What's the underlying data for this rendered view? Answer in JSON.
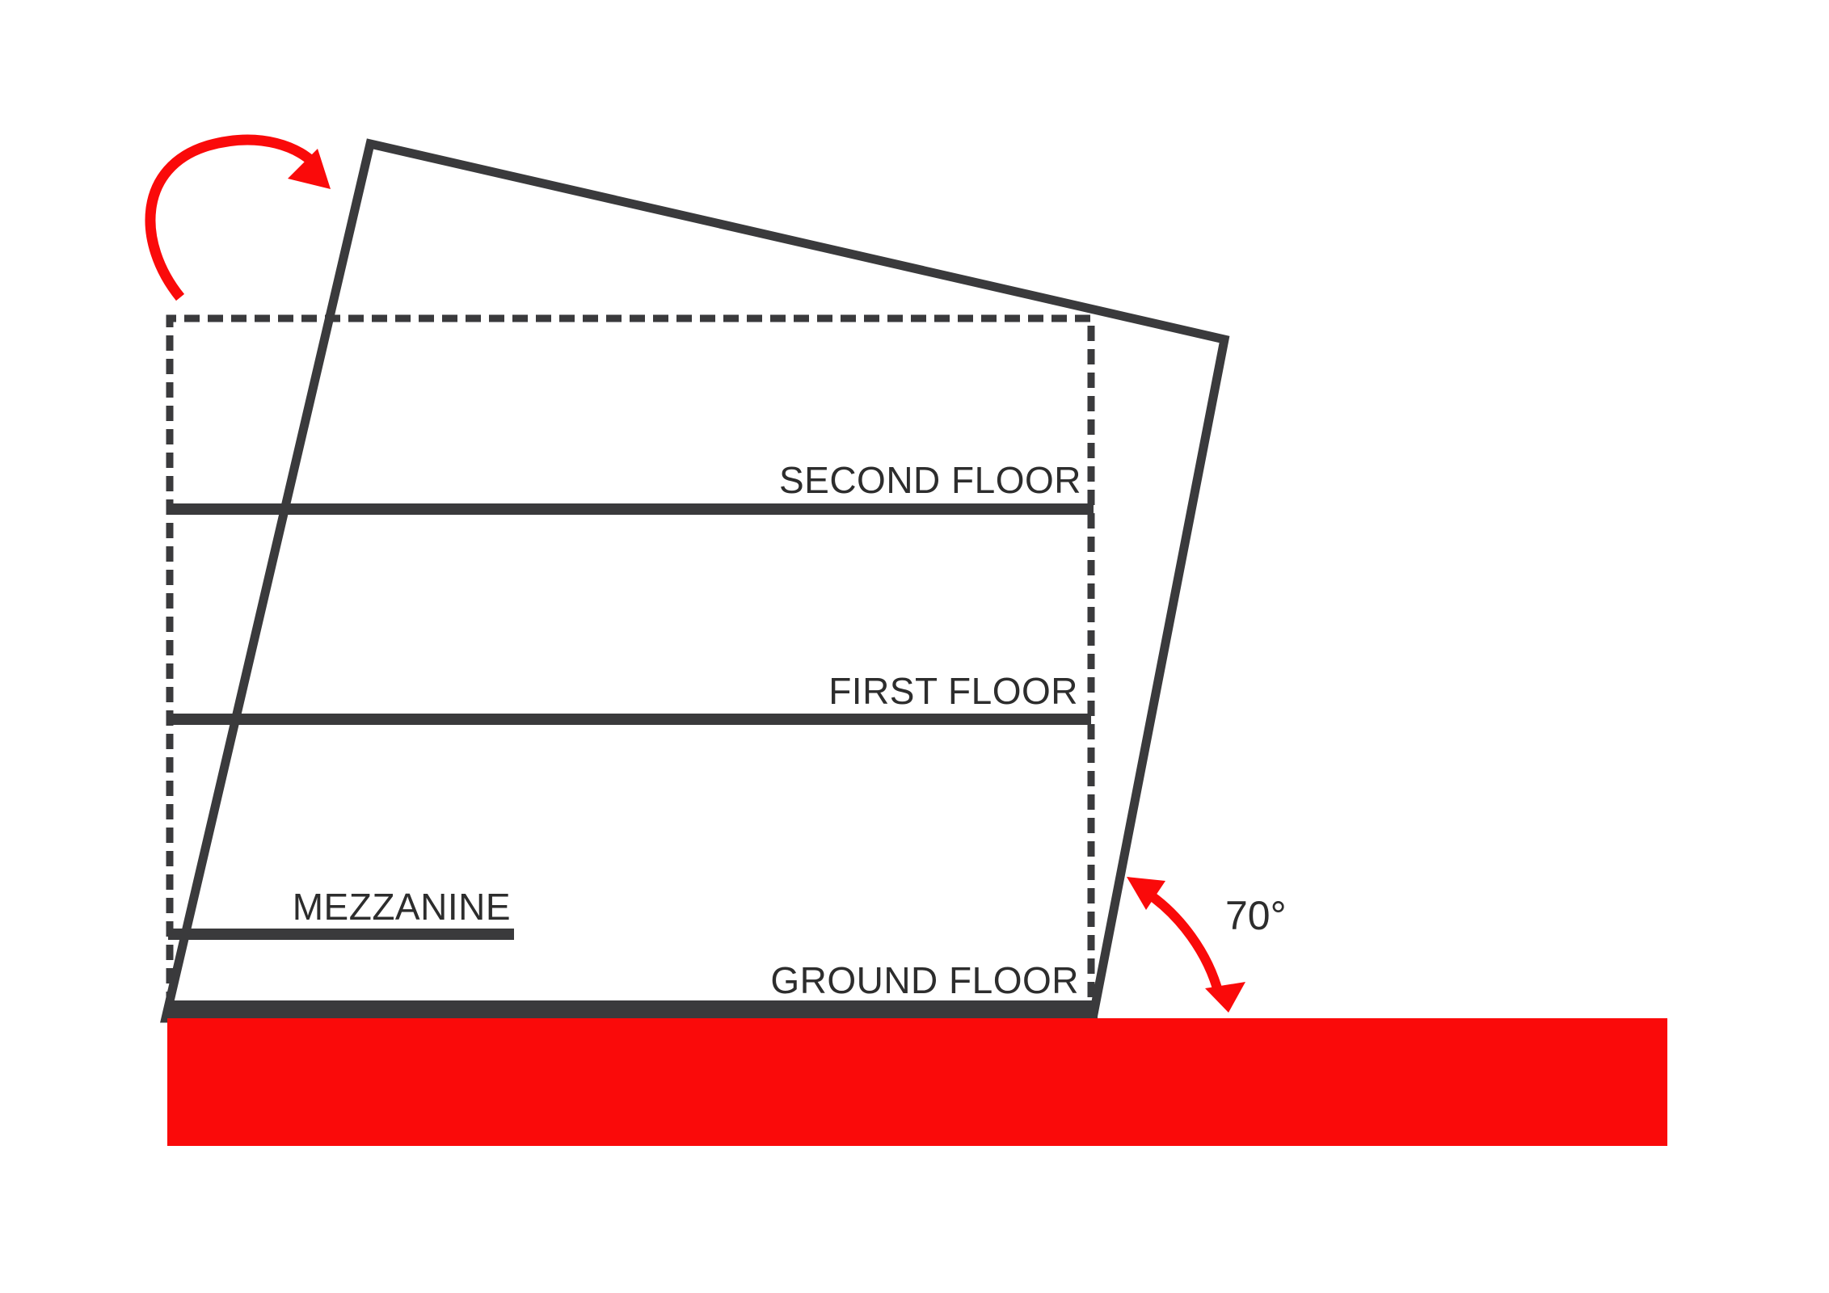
{
  "labels": {
    "second_floor": "SECOND FLOOR",
    "first_floor": "FIRST FLOOR",
    "mezzanine": "MEZZANINE",
    "ground_floor": "GROUND FLOOR",
    "angle": "70°"
  },
  "colors": {
    "red": "#fa0a0a",
    "line": "#3a3a3c",
    "text": "#2d2d2d",
    "background": "#ffffff"
  }
}
